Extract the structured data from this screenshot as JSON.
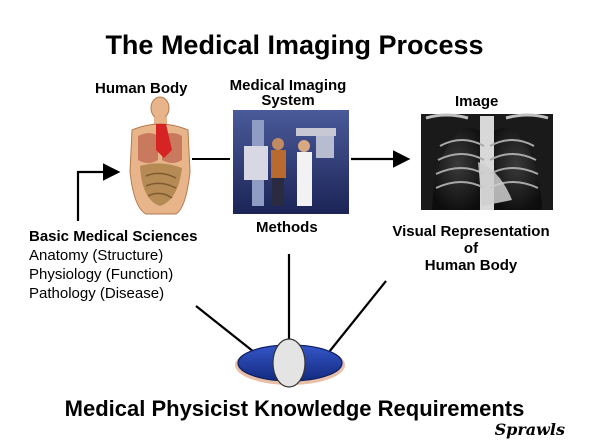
{
  "title": "The Medical Imaging Process",
  "nodes": {
    "human_body": "Human Body",
    "imaging_system": [
      "Medical Imaging",
      "System"
    ],
    "image": "Image"
  },
  "labels": {
    "methods": "Methods",
    "visual_representation": [
      "Visual Representation",
      "of",
      "Human Body"
    ]
  },
  "sciences": {
    "heading": "Basic Medical Sciences",
    "items": [
      "Anatomy (Structure)",
      "Physiology (Function)",
      "Pathology (Disease)"
    ]
  },
  "footer": "Medical Physicist Knowledge Requirements",
  "signature": "Sprawls",
  "colors": {
    "disc_blue": "#1d3fa8",
    "disc_grey": "#e4e4e4",
    "torso_skin": "#e8b48a",
    "xray_dark": "#1a1a1a"
  }
}
